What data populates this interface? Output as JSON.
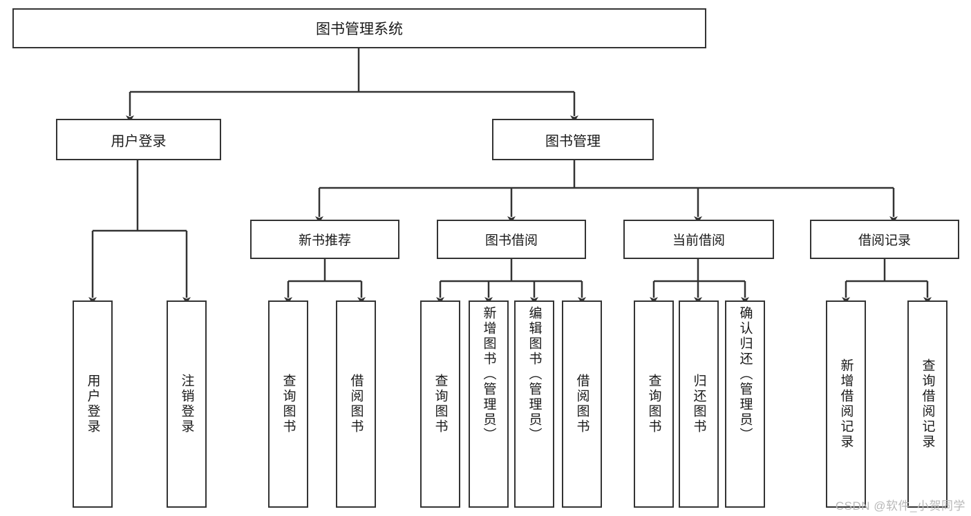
{
  "diagram": {
    "type": "tree-hierarchy",
    "title": "图书管理系统",
    "root": {
      "label": "图书管理系统"
    },
    "level1": [
      {
        "id": "user-login",
        "label": "用户登录"
      },
      {
        "id": "book-management",
        "label": "图书管理"
      }
    ],
    "level2": [
      {
        "id": "new-book-recommend",
        "label": "新书推荐",
        "parent": "book-management"
      },
      {
        "id": "book-borrow",
        "label": "图书借阅",
        "parent": "book-management"
      },
      {
        "id": "current-borrow",
        "label": "当前借阅",
        "parent": "book-management"
      },
      {
        "id": "borrow-record",
        "label": "借阅记录",
        "parent": "book-management"
      }
    ],
    "leaves": [
      {
        "id": "leaf-user-login",
        "label": "用户登录",
        "parent": "user-login"
      },
      {
        "id": "leaf-logout-login",
        "label": "注销登录",
        "parent": "user-login"
      },
      {
        "id": "leaf-query-book-1",
        "label": "查询图书",
        "parent": "new-book-recommend"
      },
      {
        "id": "leaf-borrow-book-1",
        "label": "借阅图书",
        "parent": "new-book-recommend"
      },
      {
        "id": "leaf-query-book-2",
        "label": "查询图书",
        "parent": "book-borrow"
      },
      {
        "id": "leaf-add-book",
        "label": "新增图书（管理员）",
        "parent": "book-borrow"
      },
      {
        "id": "leaf-edit-book",
        "label": "编辑图书（管理员）",
        "parent": "book-borrow"
      },
      {
        "id": "leaf-borrow-book-2",
        "label": "借阅图书",
        "parent": "book-borrow"
      },
      {
        "id": "leaf-query-book-3",
        "label": "查询图书",
        "parent": "current-borrow"
      },
      {
        "id": "leaf-return-book",
        "label": "归还图书",
        "parent": "current-borrow"
      },
      {
        "id": "leaf-confirm-return",
        "label": "确认归还（管理员）",
        "parent": "current-borrow"
      },
      {
        "id": "leaf-add-record",
        "label": "新增借阅记录",
        "parent": "borrow-record"
      },
      {
        "id": "leaf-query-record",
        "label": "查询借阅记录",
        "parent": "borrow-record"
      }
    ]
  },
  "watermark": {
    "text": "CSDN @软件_小贺同学"
  },
  "colors": {
    "border": "#333333",
    "text": "#1a1a1a",
    "background": "#ffffff",
    "watermark": "#b8b8b8"
  }
}
